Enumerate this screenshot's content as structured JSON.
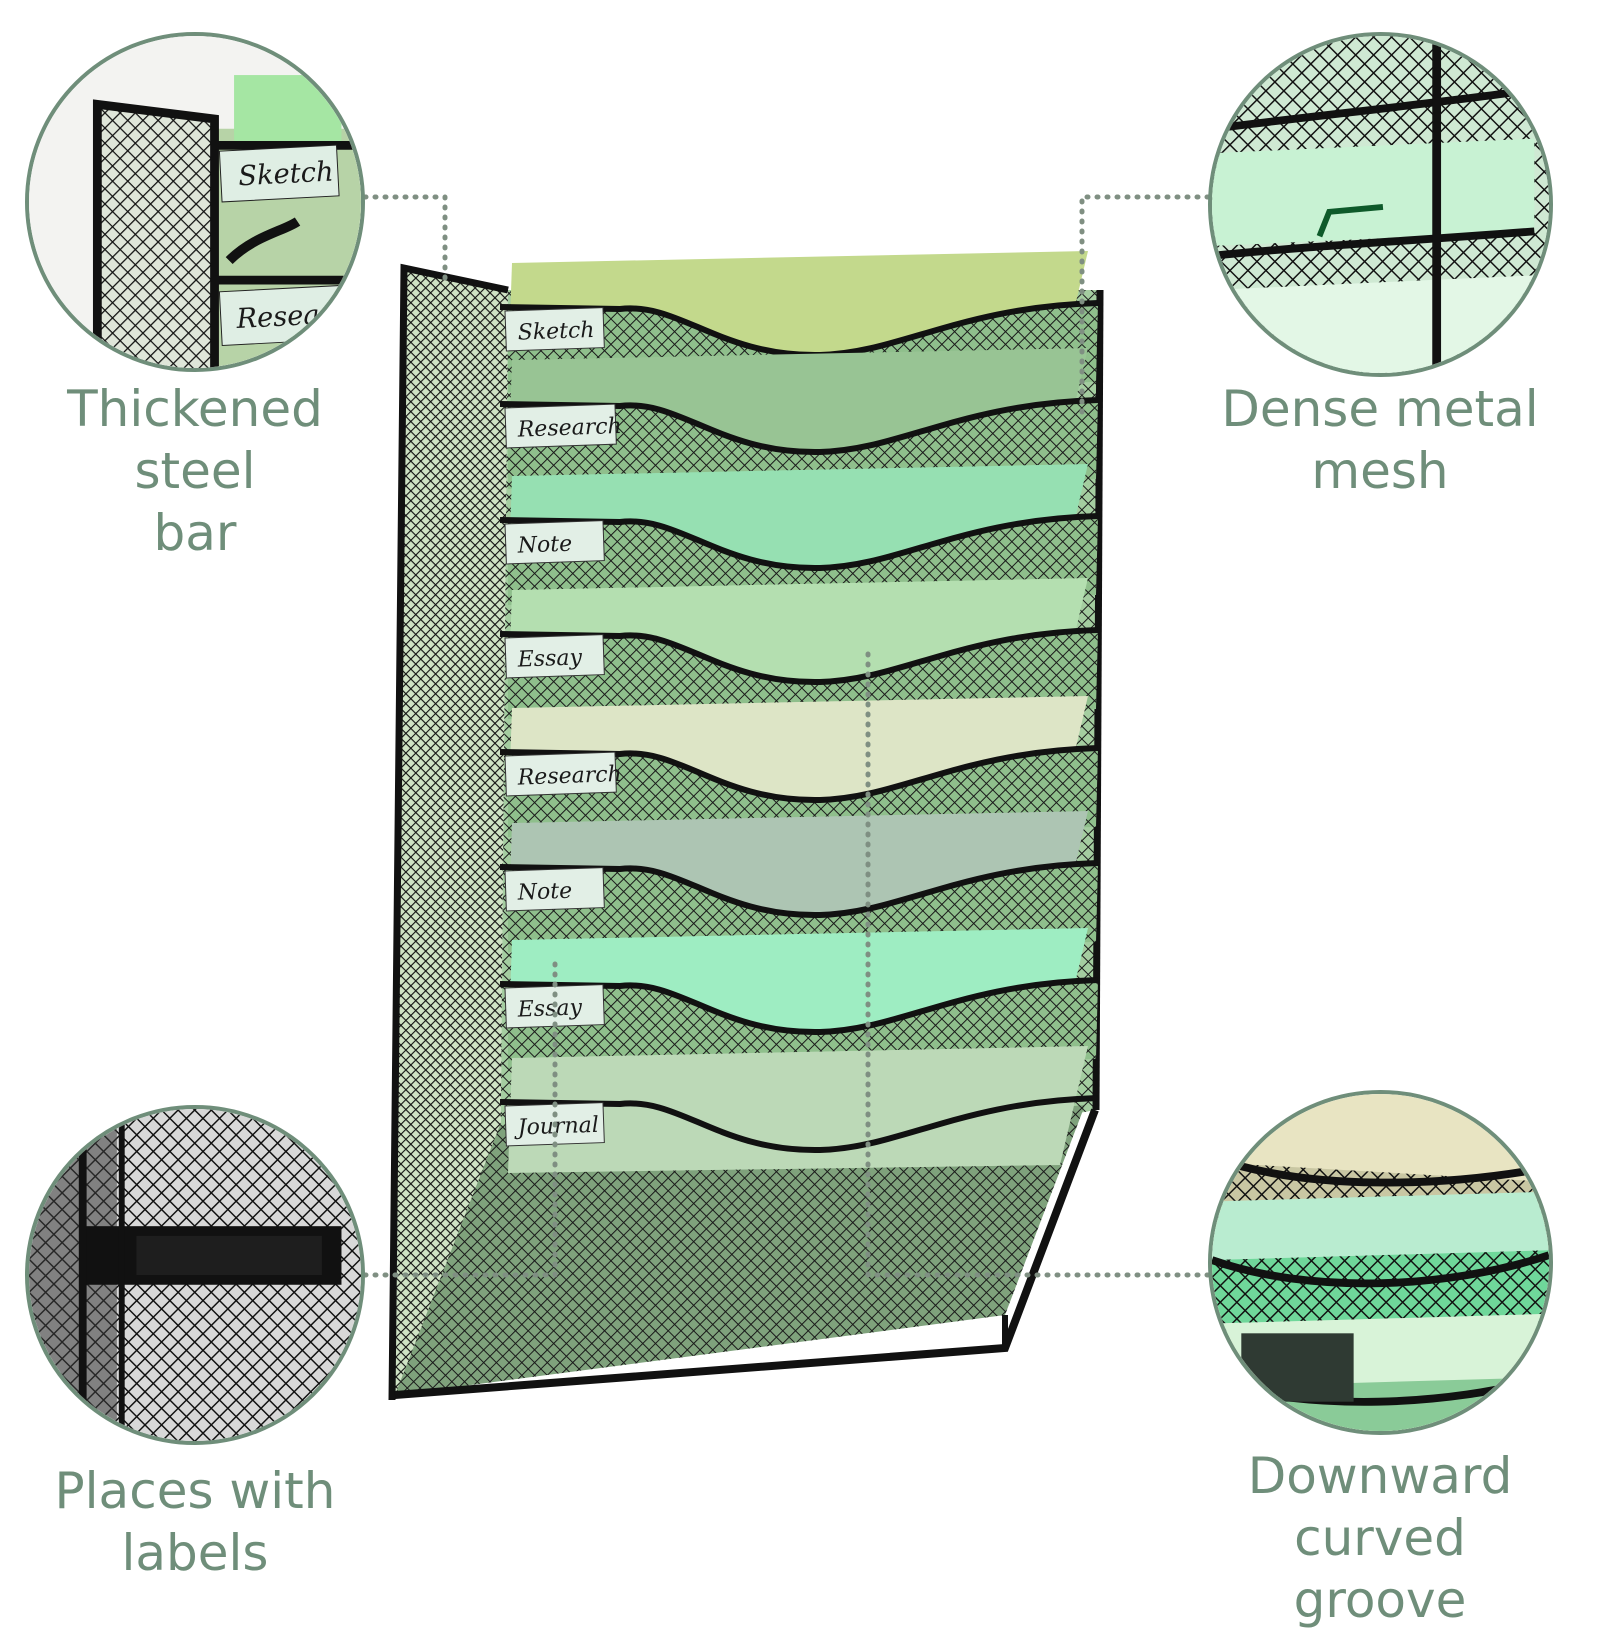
{
  "features": {
    "top_left": [
      "Thickened steel",
      "bar"
    ],
    "top_right": [
      "Dense metal",
      "mesh"
    ],
    "bottom_left": [
      "Places with",
      "labels"
    ],
    "bottom_right": [
      "Downward curved",
      "groove"
    ]
  },
  "tabs": [
    "Sketch",
    "Research",
    "Note",
    "Essay",
    "Research",
    "Note",
    "Essay",
    "Journal"
  ],
  "zoom_tabs": [
    "Sketch",
    "Resear"
  ],
  "colors": {
    "accent": "#6f8e7a",
    "mesh": "#1a1a1a",
    "papers": [
      "#c3d98c",
      "#98c494",
      "#96e0b2",
      "#b4dfb0",
      "#dde5c6",
      "#adc5b3",
      "#9eedc2",
      "#bcd9b7"
    ]
  }
}
